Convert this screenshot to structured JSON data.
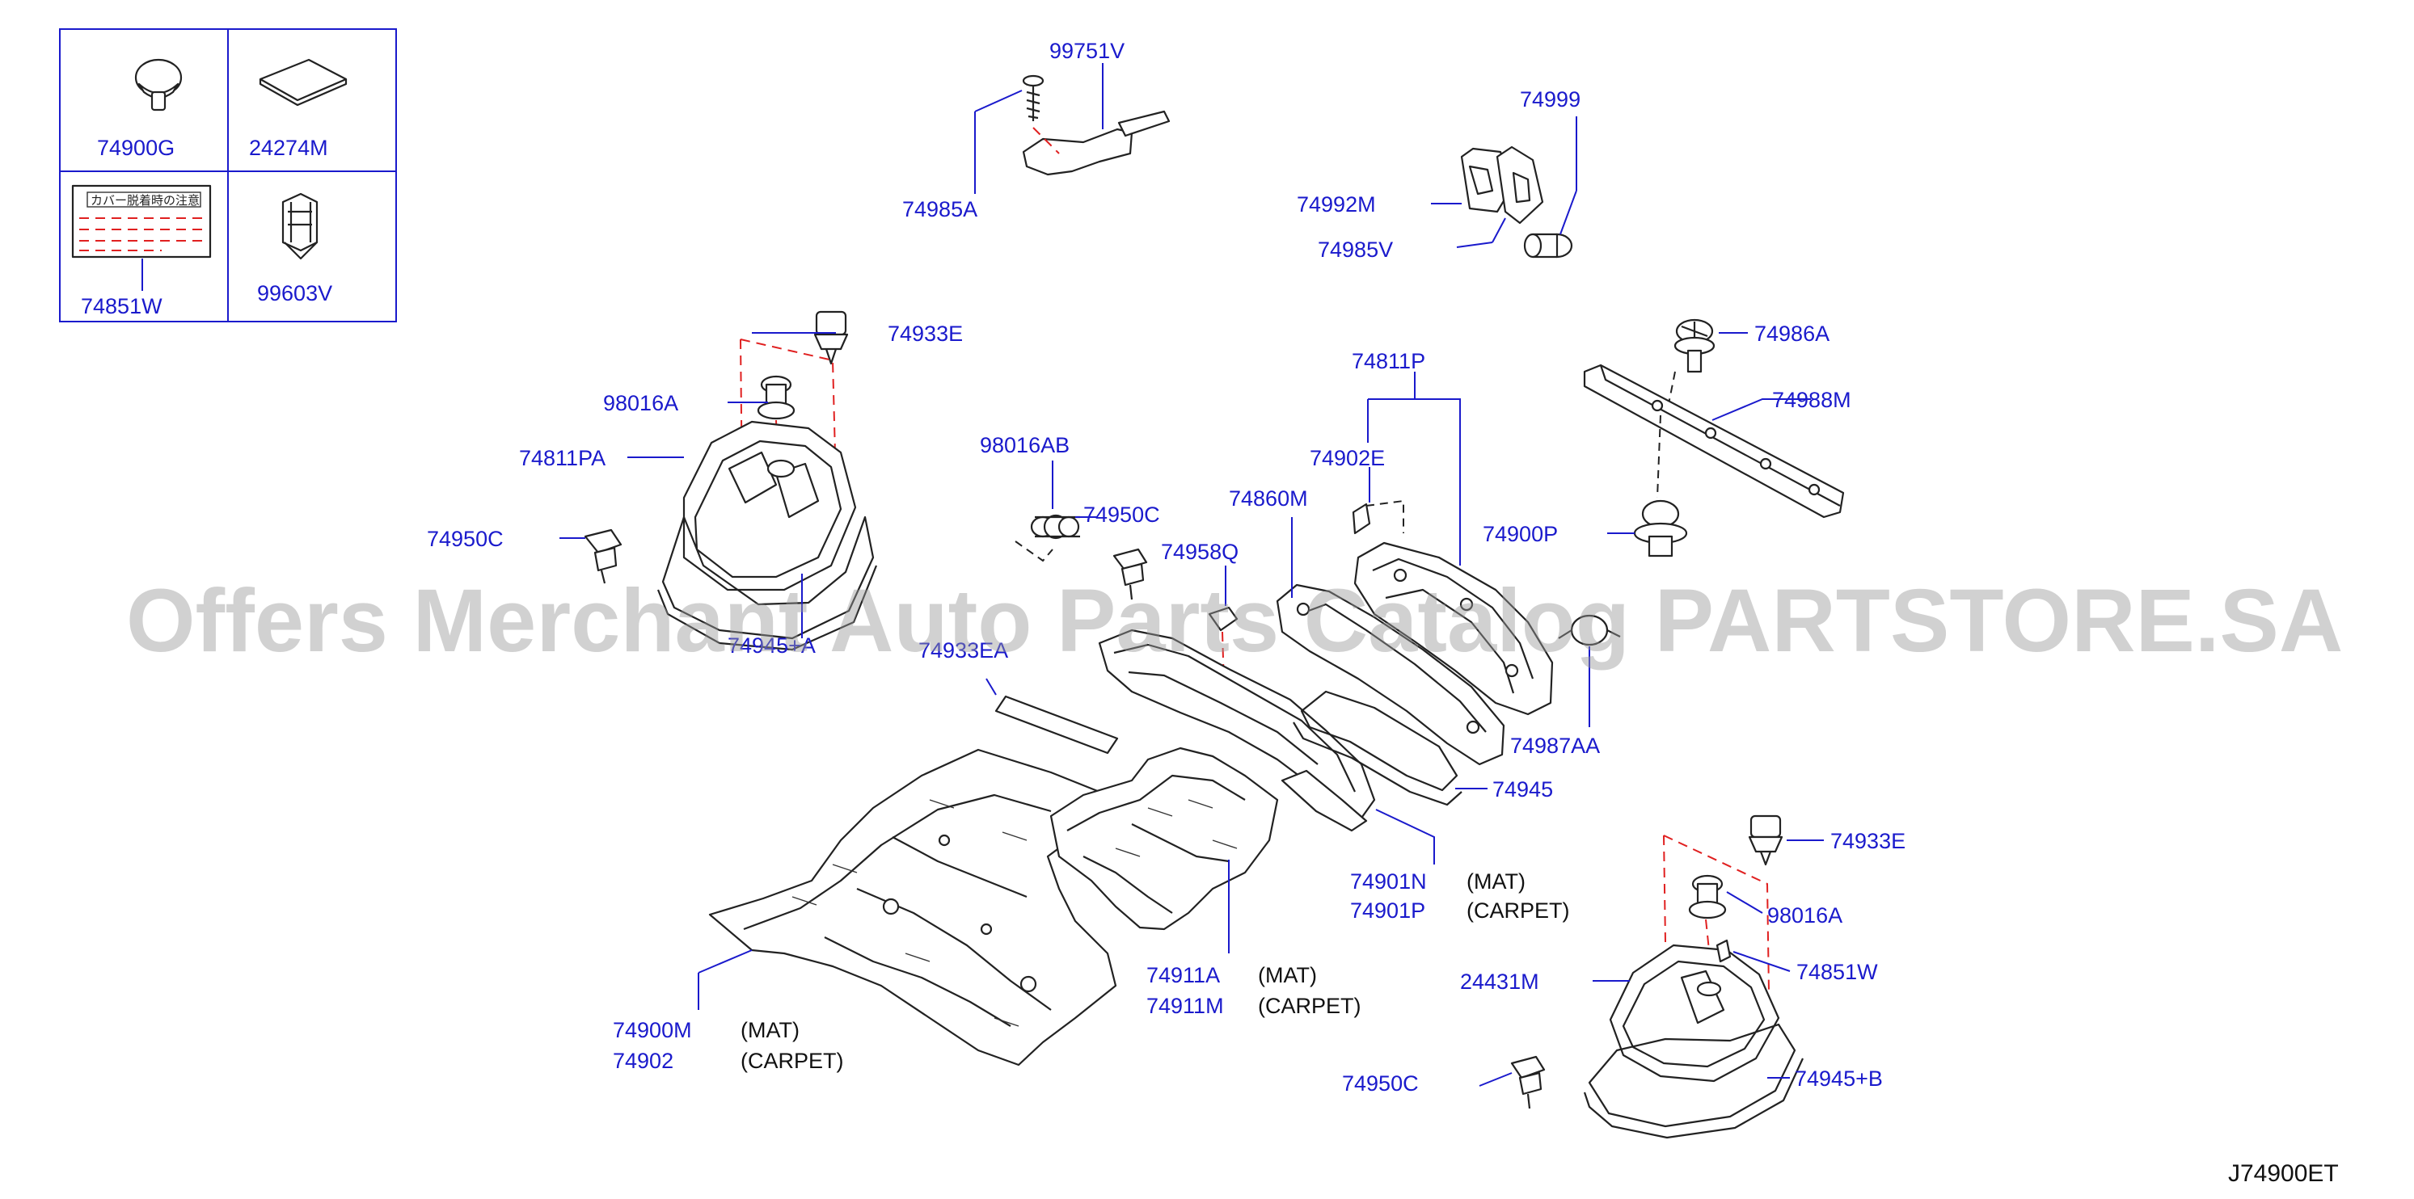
{
  "legend": {
    "items": [
      {
        "part": "74900G",
        "icon": "push-clip-icon"
      },
      {
        "part": "24274M",
        "icon": "pad-icon"
      },
      {
        "part": "74851W",
        "icon": "caution-label-icon",
        "label_title": "カバー脱着時の注意"
      },
      {
        "part": "99603V",
        "icon": "wire-clip-icon"
      }
    ]
  },
  "callouts": {
    "c99751V": "99751V",
    "c74985A": "74985A",
    "c74999": "74999",
    "c74992M": "74992M",
    "c74985V": "74985V",
    "c74933E_1": "74933E",
    "c98016A_1": "98016A",
    "c74811PA": "74811PA",
    "c74950C_1": "74950C",
    "c74945A": "74945+A",
    "c98016AB": "98016AB",
    "c74950C_2": "74950C",
    "c74958Q": "74958Q",
    "c74933EA": "74933EA",
    "c74860M": "74860M",
    "c74811P": "74811P",
    "c74902E": "74902E",
    "c74986A": "74986A",
    "c74988M": "74988M",
    "c74900P": "74900P",
    "c74987AA": "74987AA",
    "c74945": "74945",
    "c74901N": "74901N",
    "c74901P": "74901P",
    "c74911A": "74911A",
    "c74911M": "74911M",
    "c74900M": "74900M",
    "c74902": "74902",
    "c74933E_2": "74933E",
    "c98016A_2": "98016A",
    "c74851W": "74851W",
    "c24431M": "24431M",
    "c74950C_3": "74950C",
    "c74945B": "74945+B"
  },
  "notes": {
    "mat": "(MAT)",
    "carpet": "(CARPET)"
  },
  "diagram_code": "J74900ET",
  "watermark": "Offers Merchant Auto Parts Catalog PARTSTORE.SA",
  "colors": {
    "callout_text": "#1a1acc",
    "hidden_line": "#e02020",
    "linework": "#222222",
    "watermark": "#9a9a9a"
  }
}
